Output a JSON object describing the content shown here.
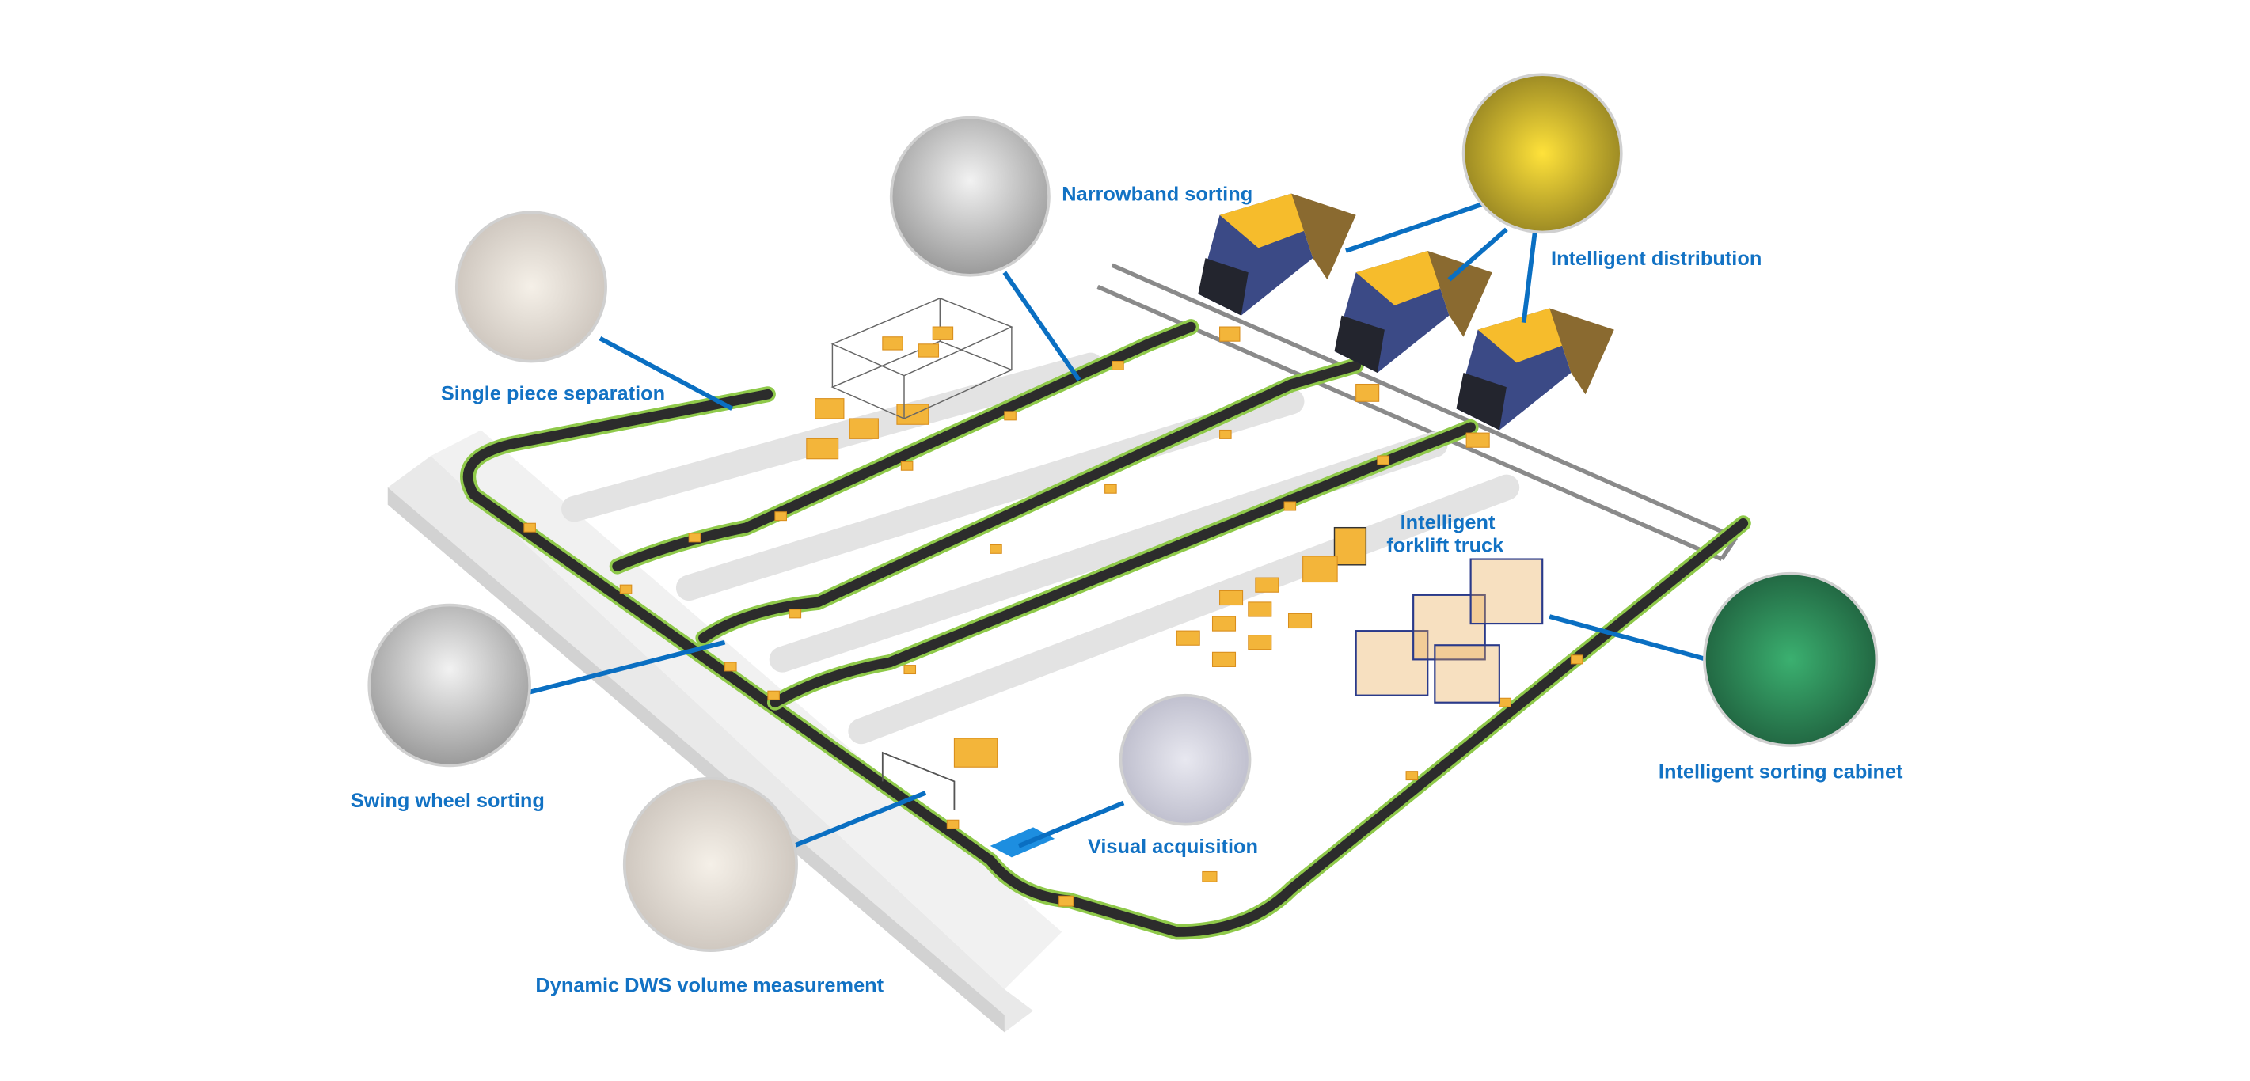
{
  "labels": {
    "narrowband_sorting": "Narrowband sorting",
    "intelligent_distribution": "Intelligent distribution",
    "single_piece_separation": "Single piece separation",
    "intelligent_forklift_line1": "Intelligent",
    "intelligent_forklift_line2": "forklift truck",
    "swing_wheel_sorting": "Swing wheel sorting",
    "intelligent_sorting_cabinet": "Intelligent sorting cabinet",
    "visual_acquisition": "Visual acquisition",
    "dynamic_dws": "Dynamic DWS volume measurement"
  },
  "colors": {
    "label": "#1272c4",
    "belt_edge": "#8fc94a",
    "belt": "#2c2c2c",
    "parcel": "#f3b53a",
    "truck_body": "#3b4a86",
    "truck_cab": "#f6bc2c"
  }
}
